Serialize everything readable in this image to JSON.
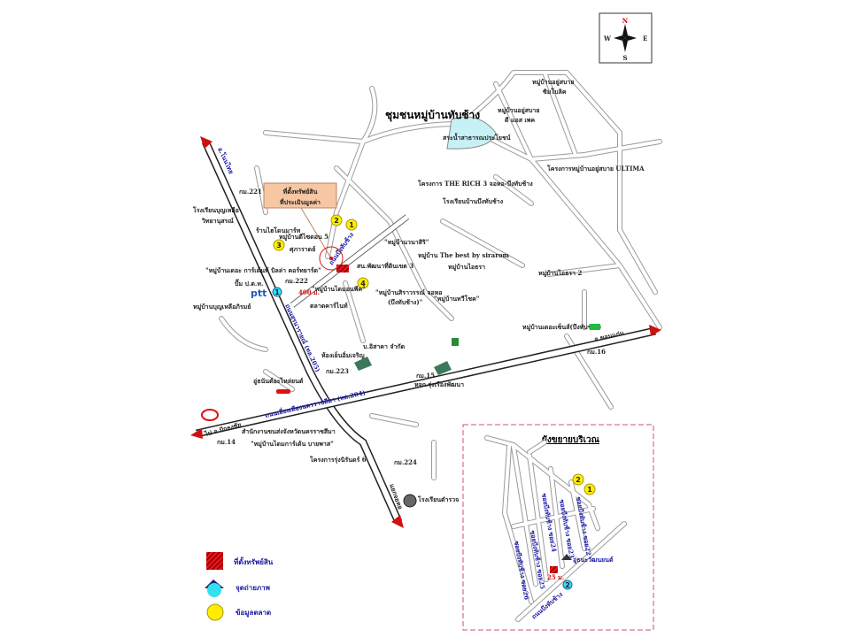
{
  "compass": {
    "n": "N",
    "e": "E",
    "s": "S",
    "w": "W"
  },
  "community_title": "ชุมชนหมู่บ้านทับช้าง",
  "callout": {
    "line1": "ที่ตั้งทรัพย์สิน",
    "line2": "ที่ประเมินมูลค่า"
  },
  "labels": {
    "pond": "สระน้ำสาธารณประโยชน์",
    "symbolic1": "หมู่บ้านอยู่สบาย",
    "symbolic2": "ซิมโบลิค",
    "dspace1": "หมู่บ้านอยู่สบาย",
    "dspace2": "ดี แอส เพค",
    "ultima": "โครงการหมู่บ้านอยู่สบาย ULTIMA",
    "rich3": "โครงการ THE RICH 3 จอหอ-บึงทับช้าง",
    "school_bueng": "โรงเรียนบ้านบึงทับช้าง",
    "wanasiri": "\"หมู่บ้านวนาสิริ\"",
    "thebest": "หมู่บ้าน The best by sirarom",
    "aithara": "หมู่บ้านไอธรา",
    "aithara2": "หมู่บ้านไอธรา 2",
    "siravan1": "\"หมู่บ้านสิราวรรณ์ จอหอ",
    "siravan2": "(บึงทับช้าง)\"",
    "thawichok": "\"หมู่บ้านทวีโชค\"",
    "landdev": "สน.พัฒนาที่ดินเขต 3",
    "diamondpeak": "\"หมู่บ้านไดมอนพีค\"",
    "dist400": "400 ม.",
    "carnight": "ตลาดคาร์ไนท์",
    "road_bueng": "ถนนบึงทับช้าง",
    "designdon": "หมู่บ้านดีไซดอน 5",
    "hydromart": "ร้านไฮโดนมาร์ท",
    "suparat": "ศุภาราดย์",
    "garden_villa": "\"หมู่บ้านเดอะ การ์เด้นท์ บิลล่า คอร์ทยาร์ด\"",
    "ptt_station": "ปั๊ม ป.ต.ท.",
    "km222": "กม.222",
    "boonluea_village": "หมู่บ้านบุญเหลือภิรมย์",
    "km221": "กม.221",
    "school_boonluea1": "โรงเรียนบุญเหลือ",
    "school_boonluea2": "วิทยานุสรณ์",
    "to_nonthai": "อ.โนนไทย",
    "road_205": "ถนนสุรนารายณ์ (ทล.205)",
    "road_204": "ถนนเลี่ยงเมืองนครราชสีมา (ทล.204)",
    "coldstore": "ห้องเย็นอิ่มเจริญ",
    "km223": "กม.223",
    "isaka": "บ.อิสาคา จำกัด",
    "km15": "กม.15",
    "rungruang": "หจก.รุ่งเรืองพัฒนา",
    "garage": "อู่ธนันต์อะไหล่ยนต์",
    "to_pakthongchai": "ไป อ.ปักธงชัย",
    "km14": "กม.14",
    "transport_office": "สำนักงานขนส่งจังหวัดนครราชสีมา",
    "diamond_garden": "\"หมู่บ้านไดมการ์เด้น บายพาส\"",
    "rungnirun": "โครงการรุ่งนิรันดร์ 6",
    "km224": "กม.224",
    "to_chohor": "แยกจอหอ",
    "police_school": "โรงเรียนตำรวจ",
    "thesense": "หมู่บ้านเดอะเซ็นส์(บึงทับช้าง)",
    "to_khonkaen": "จ.ขอนแก่น",
    "km16": "กม.16",
    "ptt_logo": "ptt"
  },
  "markers": {
    "m1": "1",
    "m2": "2",
    "m3": "3",
    "m4": "4",
    "p1": "1",
    "p2": "2"
  },
  "inset": {
    "title": "ผังขยายบริเวณ",
    "soi22": "ซอยบึงทับช้าง ซอย22",
    "soi23": "ซอยบึงทับช้าง ซอย23",
    "soi24": "ซอยบึงทับช้าง ซอย24",
    "soi25": "ซอยบึงทับช้าง ซอย25",
    "soi26": "ซอยบึงทับช้าง ซอย26",
    "garage": "อู่ธนะวัฒนยนต์",
    "dist": "25 ม.",
    "road": "ถนนบึงทับช้าง"
  },
  "legend": {
    "property": "ที่ตั้งทรัพย์สิน",
    "photo": "จุดถ่ายภาพ",
    "market": "ข้อมูลตลาด"
  },
  "colors": {
    "road_blue": "#1a1aa8",
    "accent_red": "#d01010",
    "marker_yellow": "#ffee00",
    "photo_cyan": "#33e0f0",
    "pond": "#c6f2f6",
    "callout": "#f7c7a3"
  }
}
